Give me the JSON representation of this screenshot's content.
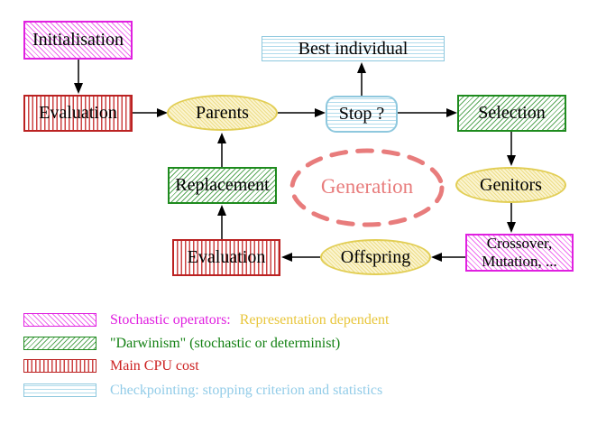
{
  "diagram": {
    "nodes": {
      "initialisation": {
        "label": "Initialisation",
        "style": "magenta-diagonal-hatch"
      },
      "evaluation_top": {
        "label": "Evaluation",
        "style": "red-vertical-lines"
      },
      "parents": {
        "label": "Parents",
        "style": "yellow-ellipse"
      },
      "best_individual": {
        "label": "Best individual",
        "style": "cyan-horizontal-lines"
      },
      "stop": {
        "label": "Stop ?",
        "style": "cyan-horizontal-lines-rounded"
      },
      "selection": {
        "label": "Selection",
        "style": "green-diagonal-hatch"
      },
      "genitors": {
        "label": "Genitors",
        "style": "yellow-ellipse"
      },
      "crossover_mutation": {
        "label_line1": "Crossover,",
        "label_line2": "Mutation, ...",
        "style": "magenta-diagonal-hatch"
      },
      "offspring": {
        "label": "Offspring",
        "style": "yellow-ellipse"
      },
      "evaluation_bottom": {
        "label": "Evaluation",
        "style": "red-vertical-lines"
      },
      "replacement": {
        "label": "Replacement",
        "style": "green-diagonal-hatch"
      },
      "generation": {
        "label": "Generation",
        "style": "salmon-dashed-ellipse"
      }
    },
    "edges": [
      {
        "from": "initialisation",
        "to": "evaluation_top"
      },
      {
        "from": "evaluation_top",
        "to": "parents"
      },
      {
        "from": "parents",
        "to": "stop"
      },
      {
        "from": "stop",
        "to": "best_individual"
      },
      {
        "from": "stop",
        "to": "selection"
      },
      {
        "from": "selection",
        "to": "genitors"
      },
      {
        "from": "genitors",
        "to": "crossover_mutation"
      },
      {
        "from": "crossover_mutation",
        "to": "offspring"
      },
      {
        "from": "offspring",
        "to": "evaluation_bottom"
      },
      {
        "from": "evaluation_bottom",
        "to": "replacement"
      },
      {
        "from": "replacement",
        "to": "parents"
      }
    ],
    "legend": {
      "stochastic": {
        "label": "Stochastic operators:",
        "label2": "Representation dependent",
        "swatch": "magenta-diagonal-hatch"
      },
      "darwinism": {
        "label": "\"Darwinism\" (stochastic or determinist)",
        "swatch": "green-diagonal-hatch"
      },
      "cpu": {
        "label": "Main CPU cost",
        "swatch": "red-vertical-lines"
      },
      "checkpointing": {
        "label": "Checkpointing: stopping criterion and statistics",
        "swatch": "cyan-horizontal-lines"
      }
    },
    "colors": {
      "magenta": "#e020e0",
      "green": "#1e8b1e",
      "red": "#bb2222",
      "cyan": "#8ec8de",
      "yellow_node_border": "#e2ce55",
      "gold_text": "#e8c63c",
      "darwinism_text_green": "#128012",
      "checkpointing_text_cyan": "#92cce8",
      "salmon": "#e87c7c",
      "arrow_black": "#000000"
    }
  }
}
